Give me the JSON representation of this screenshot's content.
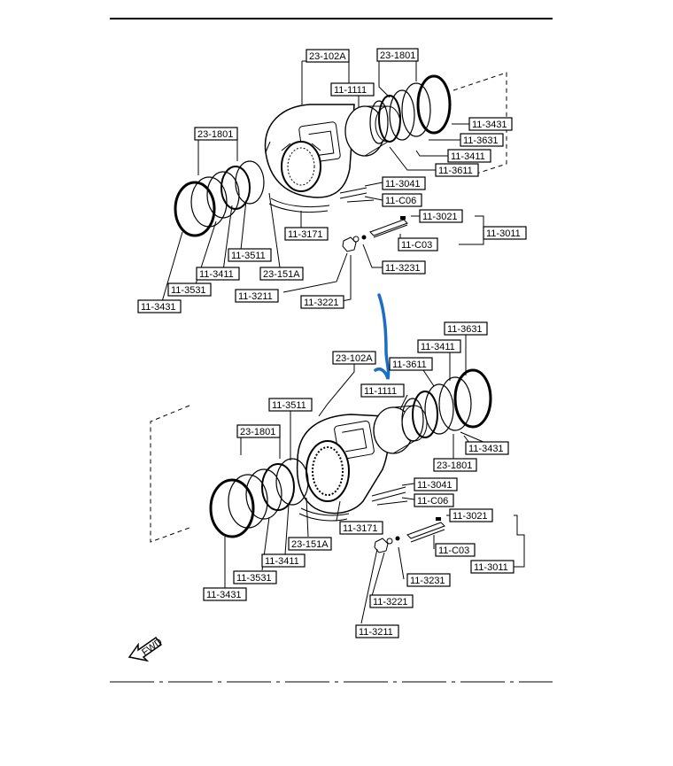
{
  "top_diagram": {
    "labels": {
      "l_23_102a": "23-102A",
      "l_23_1801_top": "23-1801",
      "l_11_1111": "11-1111",
      "l_11_3431_right": "11-3431",
      "l_11_3631": "11-3631",
      "l_11_3411_right": "11-3411",
      "l_11_3611": "11-3611",
      "l_23_1801_left": "23-1801",
      "l_11_3041": "11-3041",
      "l_11_c06": "11-C06",
      "l_11_3021": "11-3021",
      "l_11_3011": "11-3011",
      "l_11_c03": "11-C03",
      "l_11_3171": "11-3171",
      "l_11_3511": "11-3511",
      "l_11_3411_left": "11-3411",
      "l_23_151a": "23-151A",
      "l_11_3231": "11-3231",
      "l_11_3531": "11-3531",
      "l_11_3211": "11-3211",
      "l_11_3221": "11-3221",
      "l_11_3431_left": "11-3431"
    }
  },
  "bottom_diagram": {
    "labels": {
      "l_11_3631": "11-3631",
      "l_11_3411_top": "11-3411",
      "l_23_102a": "23-102A",
      "l_11_3611": "11-3611",
      "l_11_1111": "11-1111",
      "l_11_3511": "11-3511",
      "l_23_1801_left": "23-1801",
      "l_11_3431_right": "11-3431",
      "l_23_1801_right": "23-1801",
      "l_11_3041": "11-3041",
      "l_11_c06": "11-C06",
      "l_11_3021": "11-3021",
      "l_11_3171": "11-3171",
      "l_23_151a": "23-151A",
      "l_11_3411_bottom": "11-3411",
      "l_11_c03": "11-C03",
      "l_11_3011": "11-3011",
      "l_11_3531": "11-3531",
      "l_11_3231": "11-3231",
      "l_11_3431_left": "11-3431",
      "l_11_3221": "11-3221",
      "l_11_3211": "11-3211"
    }
  },
  "fwd_arrow_text": "FWD",
  "colors": {
    "line": "#000000",
    "annotation_arrow": "#1a6fc4",
    "background": "#ffffff"
  }
}
